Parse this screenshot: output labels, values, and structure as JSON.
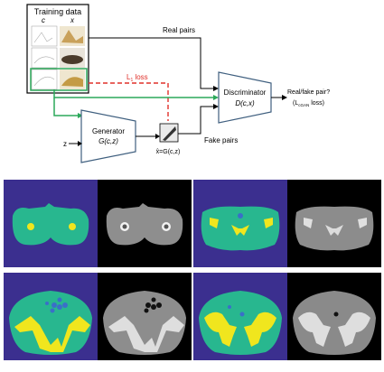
{
  "diagram": {
    "training_box": {
      "title": "Training data",
      "col_c": "c",
      "col_x": "x"
    },
    "labels": {
      "real_pairs": "Real pairs",
      "l1_loss": "L",
      "l1_loss_sub": "1",
      "l1_loss_suffix": " loss",
      "generator": "Generator",
      "generator_fn": "G(c,z)",
      "discriminator": "Discriminator",
      "discriminator_fn": "D(c,x)",
      "output_question": "Real/fake pair?",
      "output_loss": "(L",
      "output_loss_sub": "cGAN",
      "output_loss_suffix": " loss)",
      "fake_pairs": "Fake pairs",
      "z": "z",
      "xhat": "x̂=G(c,z)"
    },
    "colors": {
      "green": "#2ca85a",
      "red_dashed": "#e0302a",
      "line": "#000000",
      "box_stroke": "#3f5f7f"
    }
  },
  "panels": [
    {
      "name": "top-left"
    },
    {
      "name": "top-right"
    },
    {
      "name": "bottom-left"
    },
    {
      "name": "bottom-right"
    }
  ],
  "segmentation_colors": {
    "background": "#3b2f8f",
    "body": "#28b78f",
    "bone": "#f0e61e",
    "gas": "#3a6fc8"
  }
}
